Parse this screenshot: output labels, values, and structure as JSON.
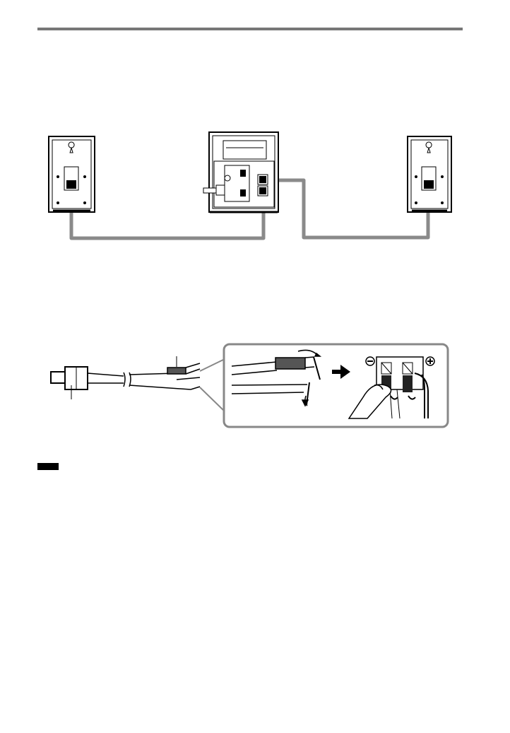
{
  "colors": {
    "rule": "#777777",
    "cord": "#8a8a8a",
    "outline": "#000000",
    "note_box": "#000000"
  },
  "icons": [
    "speaker-back-left",
    "stereo-unit-back",
    "speaker-back-right",
    "speaker-cord-connector",
    "right-arrow-icon",
    "minus-terminal-icon",
    "plus-terminal-icon",
    "finger-icon"
  ],
  "figure2": {
    "minus_symbol": "−",
    "plus_symbol": "+"
  }
}
